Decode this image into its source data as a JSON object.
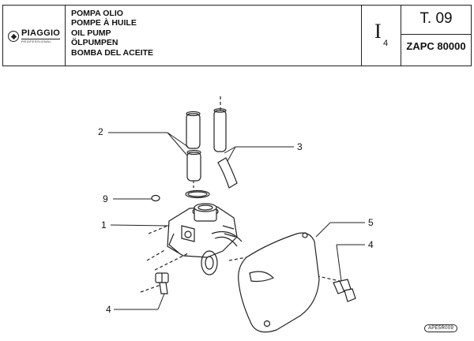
{
  "header": {
    "logo": {
      "brand": "PIAGGIO",
      "sub": "PROFESSIONAL"
    },
    "titles": [
      "POMPA OLIO",
      "POMPE À HUILE",
      "OIL PUMP",
      "ÖLPUMPEN",
      "BOMBA DEL ACEITE"
    ],
    "index": {
      "main": "I",
      "sub": "4"
    },
    "table_no": "T. 09",
    "model": "ZAPC 80000"
  },
  "callouts": {
    "c1": "1",
    "c2": "2",
    "c3": "3",
    "c4a": "4",
    "c4b": "4",
    "c5": "5",
    "c9": "9"
  },
  "stamp": "APE5R009"
}
